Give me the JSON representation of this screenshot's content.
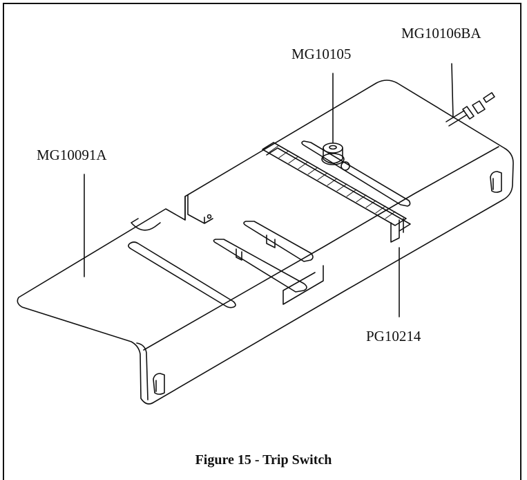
{
  "figure": {
    "caption": "Figure 15 - Trip Switch",
    "callouts": {
      "sensor_cable": "MG10106BA",
      "trip_knob": "MG10105",
      "base_plate": "MG10091A",
      "guide_bracket": "PG10214"
    }
  }
}
